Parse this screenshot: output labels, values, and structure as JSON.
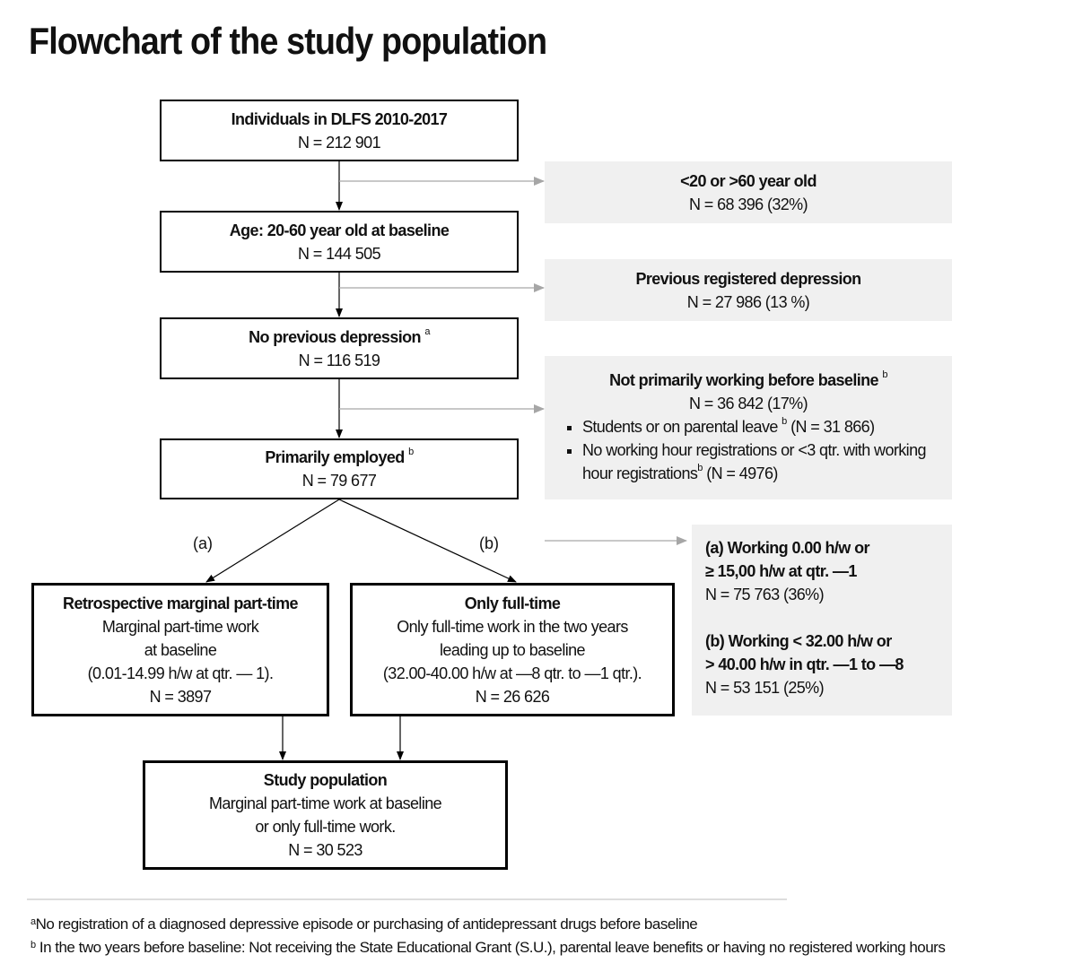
{
  "title": "Flowchart of the study population",
  "boxes": {
    "dlfs": {
      "heading": "Individuals in DLFS 2010-2017",
      "n": "N = 212 901"
    },
    "age": {
      "heading": "Age: 20-60 year old at baseline",
      "n": "N = 144 505"
    },
    "no_depression": {
      "heading": "No previous depression",
      "sup": "a",
      "n": "N = 116 519"
    },
    "employed": {
      "heading": "Primarily employed",
      "sup": "b",
      "n": "N = 79 677"
    },
    "marginal": {
      "heading": "Retrospective marginal part-time",
      "lines": [
        "Marginal part-time work",
        "at baseline",
        "(0.01-14.99 h/w at qtr. — 1)."
      ],
      "n": "N = 3897"
    },
    "fulltime": {
      "heading": "Only full-time",
      "lines": [
        "Only full-time work in the two years",
        "leading up to baseline",
        "(32.00-40.00 h/w at —8 qtr. to —1 qtr.)."
      ],
      "n": "N = 26 626"
    },
    "study": {
      "heading": "Study population",
      "lines": [
        "Marginal part-time work at baseline",
        "or only full-time work."
      ],
      "n": "N = 30 523"
    }
  },
  "exclusions": {
    "age": {
      "heading": "<20 or >60 year old",
      "n": "N = 68 396 (32%)"
    },
    "depression": {
      "heading": "Previous registered depression",
      "n": "N = 27 986 (13 %)"
    },
    "not_working": {
      "heading": "Not primarily working before baseline",
      "sup": "b",
      "n": "N = 36 842 (17%)",
      "bullets": [
        {
          "text": "Students or on parental leave",
          "sup": "b",
          "suffix": " (N = 31 866)"
        },
        {
          "text": "No working hour registrations or <3 qtr. with working hour registrations",
          "sup": "b",
          "suffix": " (N = 4976)"
        }
      ]
    },
    "hours": {
      "a_heading1": "(a) Working 0.00 h/w or",
      "a_heading2": "≥ 15,00 h/w at qtr. —1",
      "a_n": "N = 75 763 (36%)",
      "b_heading1": "(b) Working < 32.00 h/w or",
      "b_heading2": "> 40.00 h/w in qtr. —1 to —8",
      "b_n": "N = 53 151 (25%)"
    }
  },
  "branch_labels": {
    "a": "(a)",
    "b": "(b)"
  },
  "footnotes": [
    {
      "mark": "a",
      "text": "No registration of a diagnosed depressive episode or purchasing of antidepressant drugs before baseline"
    },
    {
      "mark": "b",
      "text": " In the two years before baseline: Not receiving the State Educational Grant (S.U.), parental leave benefits or having no registered working hours"
    }
  ]
}
